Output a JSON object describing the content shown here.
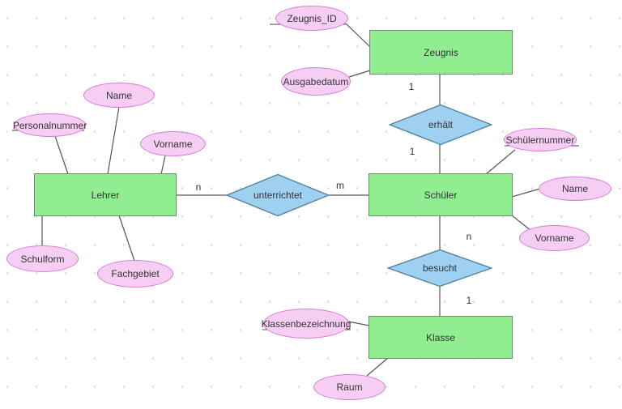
{
  "diagram": {
    "kind": "entity-relationship-diagram",
    "language": "de"
  },
  "colors": {
    "entity_fill": "#90EE90",
    "entity_border": "#6e8c6e",
    "relation_fill": "#a0d0f0",
    "relation_border": "#4e86a0",
    "attribute_fill": "#f7cef3",
    "attribute_border": "#d67dd6",
    "connector_color": "#555555",
    "underline_color": "#444444",
    "text_color": "#333333",
    "grid_dot": "#dedede"
  },
  "entities": [
    {
      "id": "zeugnis",
      "label": "Zeugnis"
    },
    {
      "id": "lehrer",
      "label": "Lehrer"
    },
    {
      "id": "schueler",
      "label": "Schüler"
    },
    {
      "id": "klasse",
      "label": "Klasse"
    }
  ],
  "relationships": [
    {
      "id": "erhaelt",
      "label": "erhält",
      "from": "Zeugnis",
      "to": "Schüler"
    },
    {
      "id": "unterrichtet",
      "label": "unterrichtet",
      "from": "Lehrer",
      "to": "Schüler"
    },
    {
      "id": "besucht",
      "label": "besucht",
      "from": "Schüler",
      "to": "Klasse"
    }
  ],
  "attributes": [
    {
      "label": "Zeugnis_ID",
      "key": true,
      "entity": "Zeugnis"
    },
    {
      "label": "Ausgabedatum",
      "key": false,
      "entity": "Zeugnis"
    },
    {
      "label": "Personalnummer",
      "key": true,
      "entity": "Lehrer"
    },
    {
      "label": "Name",
      "key": false,
      "entity": "Lehrer"
    },
    {
      "label": "Vorname",
      "key": false,
      "entity": "Lehrer"
    },
    {
      "label": "Schulform",
      "key": false,
      "entity": "Lehrer"
    },
    {
      "label": "Fachgebiet",
      "key": false,
      "entity": "Lehrer"
    },
    {
      "label": "Schülernummer",
      "key": true,
      "entity": "Schüler"
    },
    {
      "label": "Name",
      "key": false,
      "entity": "Schüler"
    },
    {
      "label": "Vorname",
      "key": false,
      "entity": "Schüler"
    },
    {
      "label": "Klassenbezeichnung",
      "key": true,
      "entity": "Klasse"
    },
    {
      "label": "Raum",
      "key": false,
      "entity": "Klasse"
    }
  ],
  "cardinalities": [
    {
      "text": "1",
      "edge": "Zeugnis–erhält"
    },
    {
      "text": "1",
      "edge": "erhält–Schüler"
    },
    {
      "text": "n",
      "edge": "Lehrer–unterrichtet"
    },
    {
      "text": "m",
      "edge": "unterrichtet–Schüler"
    },
    {
      "text": "n",
      "edge": "Schüler–besucht"
    },
    {
      "text": "1",
      "edge": "besucht–Klasse"
    }
  ]
}
